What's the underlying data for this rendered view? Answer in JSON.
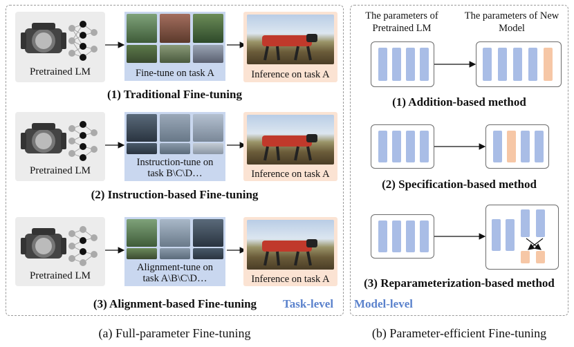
{
  "left": {
    "rows": [
      {
        "lm_label": "Pretrained LM",
        "tune_caption": "Fine-tune on task A",
        "infer_caption": "Inference on task A",
        "title": "(1) Traditional Fine-tuning"
      },
      {
        "lm_label": "Pretrained LM",
        "tune_caption_1": "Instruction-tune on",
        "tune_caption_2": "task B\\C\\D…",
        "infer_caption": "Inference on task A",
        "title": "(2) Instruction-based Fine-tuning"
      },
      {
        "lm_label": "Pretrained LM",
        "tune_caption_1": "Alignment-tune on",
        "tune_caption_2": "task A\\B\\C\\D…",
        "infer_caption": "Inference on task A",
        "title": "(3) Alignment-based Fine-tuning"
      }
    ],
    "level_label": "Task-level",
    "caption": "(a) Full-parameter Fine-tuning"
  },
  "right": {
    "header_left_1": "The parameters of",
    "header_left_2": "Pretrained LM",
    "header_right_1": "The parameters of New",
    "header_right_2": "Model",
    "methods": [
      {
        "title": "(1) Addition-based method"
      },
      {
        "title": "(2) Specification-based method"
      },
      {
        "title": "(3) Reparameterization-based method"
      }
    ],
    "level_label": "Model-level",
    "caption": "(b) Parameter-efficient Fine-tuning"
  },
  "colors": {
    "blue": "#a9bde6",
    "peach": "#f6c7a6",
    "task_level": "#5b82cc"
  }
}
